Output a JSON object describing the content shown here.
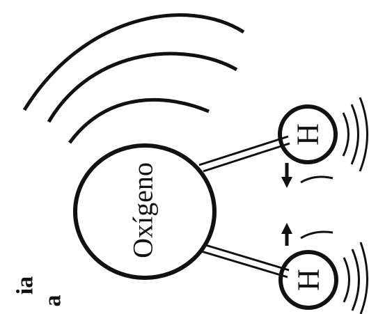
{
  "diagram": {
    "oxygen_label": "Oxígeno",
    "hydrogen_top_label": "H",
    "hydrogen_bottom_label": "H",
    "edge_fragment_1": "ia",
    "edge_fragment_2": "a",
    "ink_color": "#111111",
    "background_color": "#ffffff"
  }
}
